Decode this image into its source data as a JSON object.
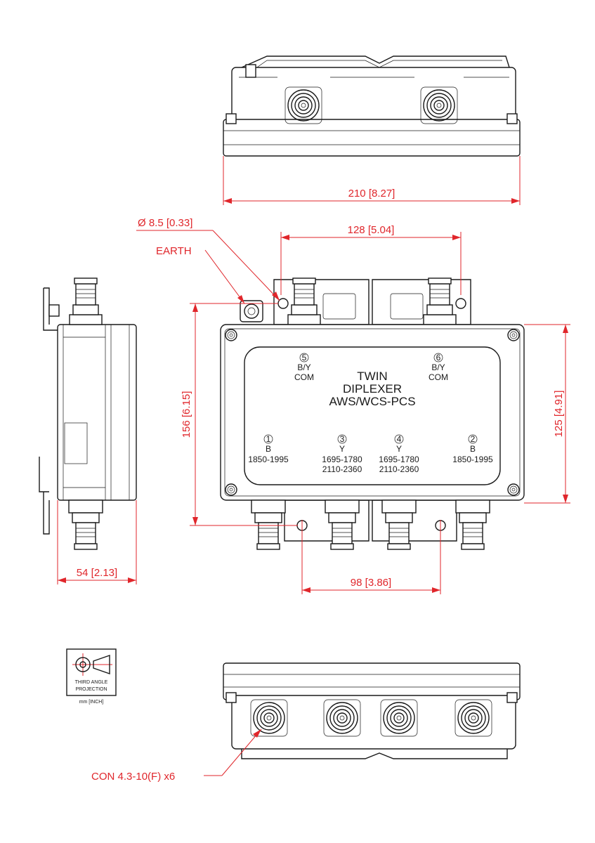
{
  "colors": {
    "line": "#1a1a1a",
    "dimension": "#e0262b",
    "background": "#ffffff"
  },
  "dimensions": {
    "width_top": "210 [8.27]",
    "hole_pitch_top": "128 [5.04]",
    "hole_diameter": "Ø 8.5 [0.33]",
    "height_total": "156 [6.15]",
    "height_body": "125 [4.91]",
    "depth_side": "54 [2.13]",
    "hole_pitch_bottom": "98 [3.86]"
  },
  "callouts": {
    "earth": "EARTH",
    "connector": "CON 4.3-10(F) x6"
  },
  "label_plate": {
    "title_lines": [
      "TWIN",
      "DIPLEXER",
      "AWS/WCS-PCS"
    ],
    "ports": [
      {
        "num": "5",
        "code": "B/Y",
        "text": [
          "COM"
        ]
      },
      {
        "num": "6",
        "code": "B/Y",
        "text": [
          "COM"
        ]
      },
      {
        "num": "1",
        "code": "B",
        "text": [
          "1850-1995"
        ]
      },
      {
        "num": "3",
        "code": "Y",
        "text": [
          "1695-1780",
          "2110-2360"
        ]
      },
      {
        "num": "4",
        "code": "Y",
        "text": [
          "1695-1780",
          "2110-2360"
        ]
      },
      {
        "num": "2",
        "code": "B",
        "text": [
          "1850-1995"
        ]
      }
    ]
  },
  "projection": {
    "lines": [
      "THIRD ANGLE",
      "PROJECTION"
    ],
    "units": "mm [INCH]"
  }
}
